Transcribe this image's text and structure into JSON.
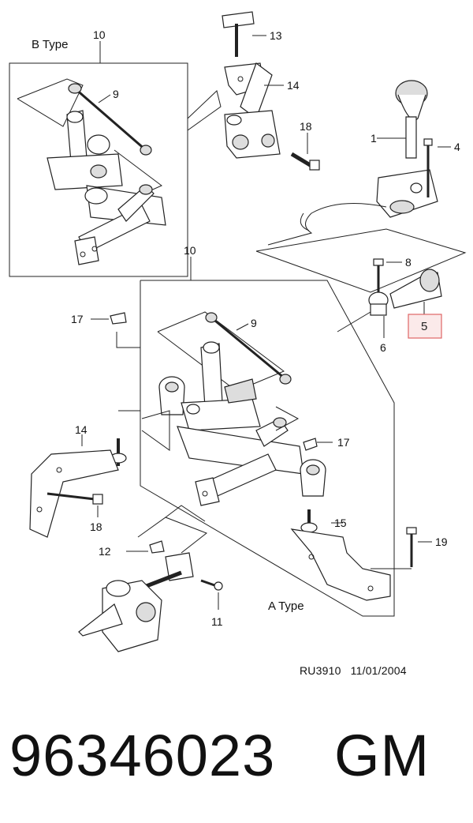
{
  "diagram": {
    "type_labels": {
      "b_type": "B Type",
      "a_type": "A Type"
    },
    "callouts": {
      "c1": "1",
      "c4": "4",
      "c5": "5",
      "c6": "6",
      "c8": "8",
      "c9_top": "9",
      "c9_mid": "9",
      "c10_top": "10",
      "c10_mid": "10",
      "c11": "11",
      "c12": "12",
      "c13": "13",
      "c14_top": "14",
      "c14_mid": "14",
      "c15": "15",
      "c17_left": "17",
      "c17_right": "17",
      "c18_top": "18",
      "c18_mid": "18",
      "c19": "19"
    },
    "highlight": {
      "label": "5",
      "color": "#e06666",
      "fill": "#fbeaea"
    },
    "reference": {
      "code": "RU3910",
      "date": "11/01/2004"
    }
  },
  "footer": {
    "part_number": "96346023",
    "manufacturer": "GM"
  }
}
